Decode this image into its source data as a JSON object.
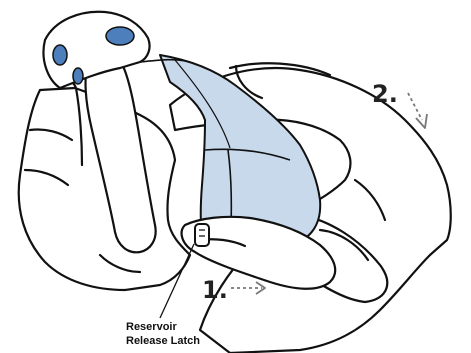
{
  "steps": [
    {
      "label": "1."
    },
    {
      "label": "2."
    }
  ],
  "callout": {
    "line1": "Reservoir",
    "line2": "Release Latch"
  },
  "colors": {
    "outline": "#111111",
    "reservoir_fill": "#c9d9ec",
    "device_button": "#4e7fbd",
    "arrow": "#777777"
  }
}
